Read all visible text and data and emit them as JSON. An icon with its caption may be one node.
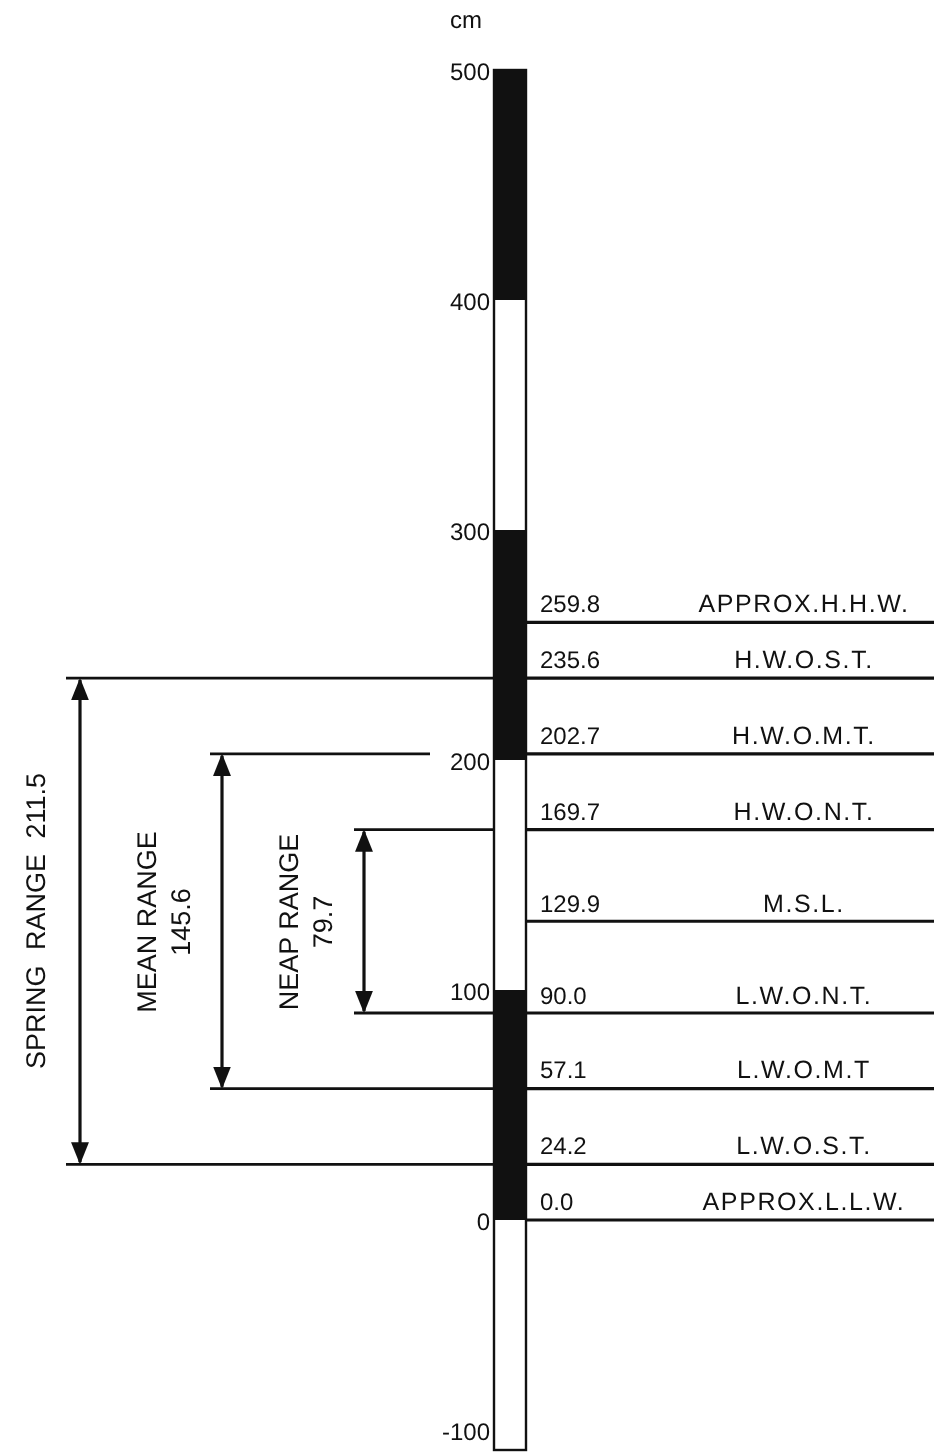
{
  "diagram": {
    "labels": [
      "cm",
      "500",
      "400",
      "300",
      "200",
      "100",
      "0",
      "-100",
      "259.8",
      "APPROX.H.H.W.",
      "235.6",
      "H.W.O.S.T.",
      "202.7",
      "H.W.O.M.T.",
      "169.7",
      "H.W.O.N.T.",
      "129.9",
      "M.S.L.",
      "90.0",
      "L.W.O.N.T.",
      "57.1",
      "L.W.O.M.T",
      "24.2",
      "L.W.O.S.T.",
      "0.0",
      "APPROX.L.L.W.",
      "SPRING RANGE 211.5",
      "MEAN RANGE 145.6",
      "NEAP RANGE 79.7"
    ]
  }
}
